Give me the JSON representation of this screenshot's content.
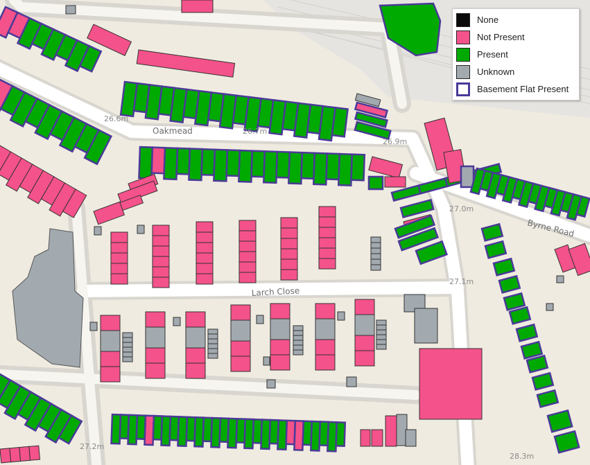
{
  "legend": {
    "items": [
      {
        "label": "None",
        "color": "#0a0a0a",
        "border": "#222222"
      },
      {
        "label": "Not Present",
        "color": "#f4528a",
        "border": "#222222"
      },
      {
        "label": "Present",
        "color": "#00aa00",
        "border": "#222222"
      },
      {
        "label": "Unknown",
        "color": "#a2aab0",
        "border": "#222222"
      },
      {
        "label": "Basement Flat Present",
        "color": "#ffffff",
        "border": "#4b3a98"
      }
    ]
  },
  "labels": {
    "oakmead": "Oakmead",
    "byrne_road": "Byrne Road",
    "larch_close": "Larch Close",
    "spot_heights": [
      "26.6m",
      "26.7m",
      "26.9m",
      "27.0m",
      "27.1m",
      "27.2m",
      "28.3m"
    ]
  },
  "colors": {
    "background": "#efebe0",
    "road": "#ffffff",
    "road_casing": "#d9d6d0",
    "not_present": "#f4528a",
    "present": "#00aa00",
    "unknown": "#a2aab0",
    "basement_outline": "#4b3a98"
  }
}
